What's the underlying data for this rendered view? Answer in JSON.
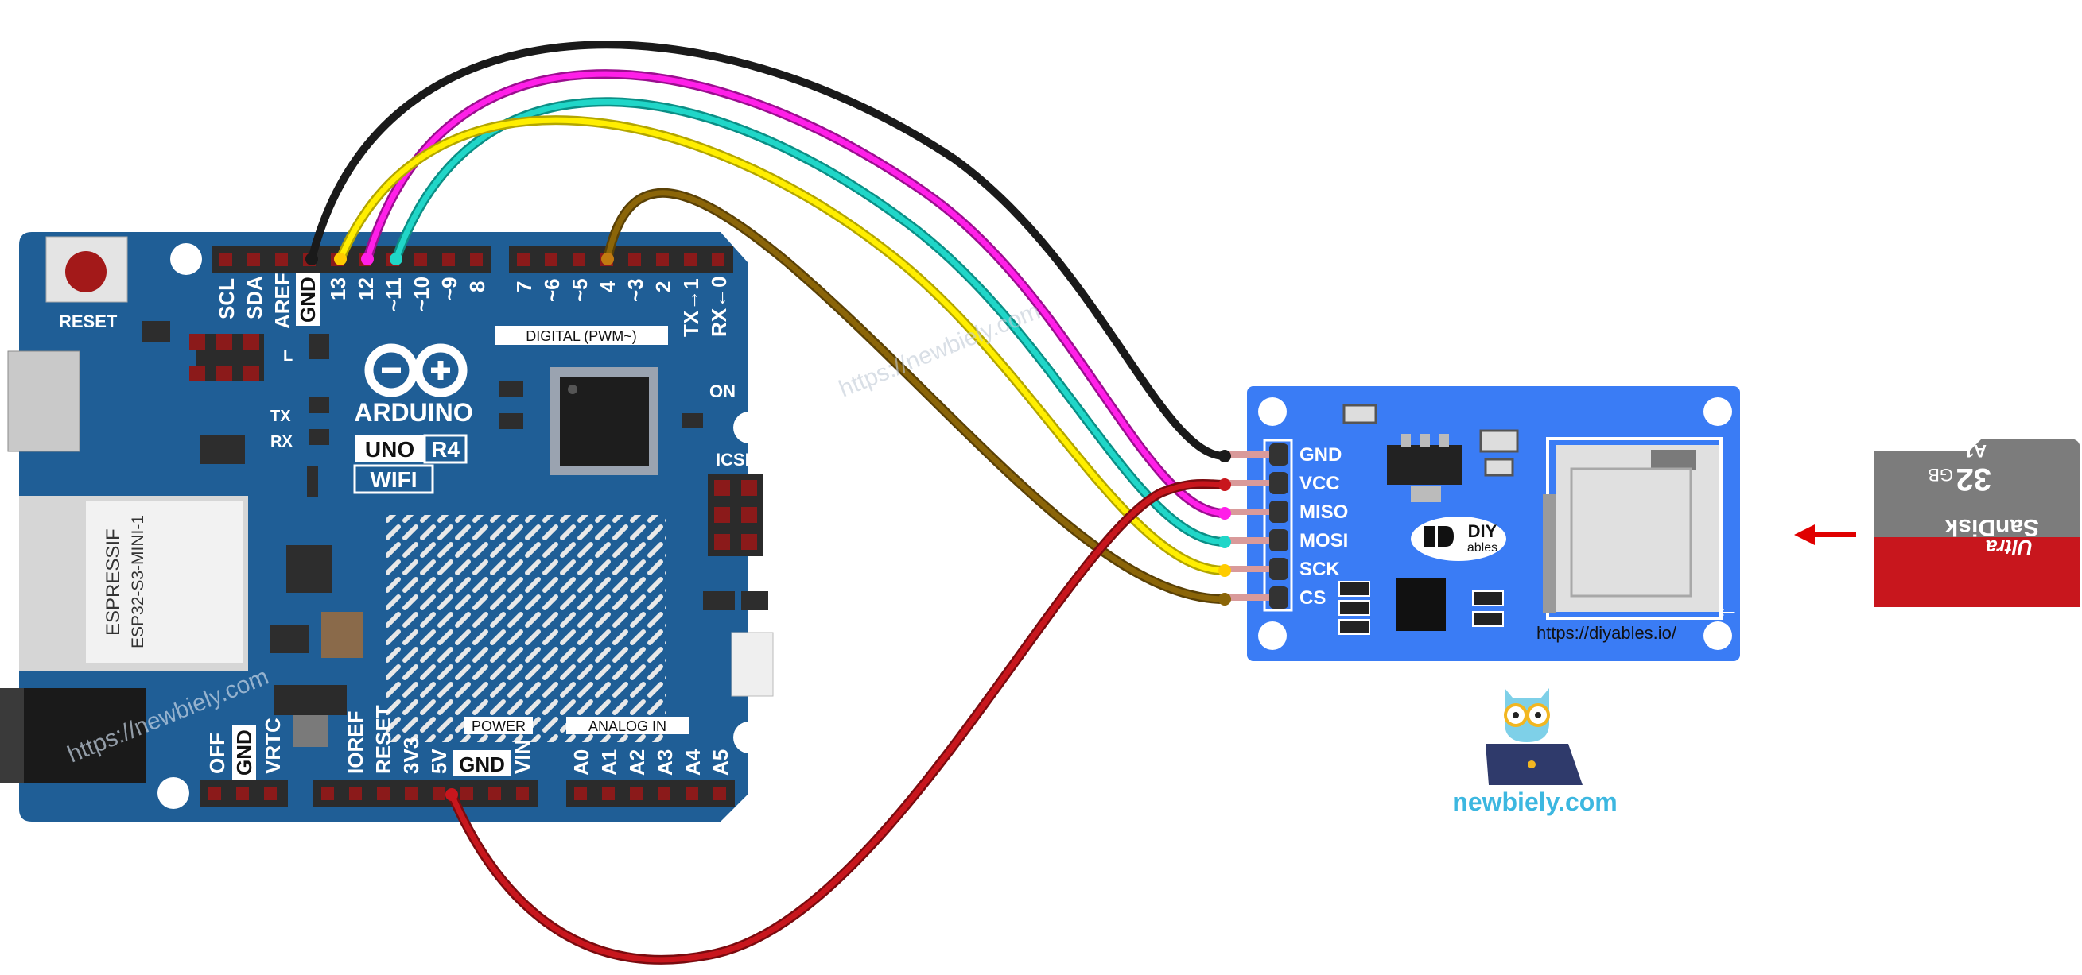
{
  "arduino": {
    "brand": "ARDUINO",
    "model_uno": "UNO",
    "model_r4": "R4",
    "model_wifi": "WIFI",
    "reset_label": "RESET",
    "digital_header": "DIGITAL (PWM~)",
    "power_header": "POWER",
    "analog_header": "ANALOG IN",
    "icsp_label": "ICSP",
    "on_label": "ON",
    "l_label": "L",
    "tx_label": "TX",
    "rx_label": "RX",
    "module_brand": "ESPRESSIF",
    "module_name": "ESP32-S3-MINI-1",
    "top_pins_left": [
      "SCL",
      "SDA",
      "AREF",
      "GND",
      "13",
      "12",
      "~11",
      "~10",
      "~9",
      "8"
    ],
    "top_pins_right": [
      "7",
      "~6",
      "~5",
      "4",
      "~3",
      "2",
      "TX→1",
      "RX←0"
    ],
    "bottom_power_pins": [
      "IOREF",
      "RESET",
      "3V3",
      "5V",
      "GND",
      "VIN"
    ],
    "bottom_analog_pins": [
      "A0",
      "A1",
      "A2",
      "A3",
      "A4",
      "A5"
    ],
    "bottom_left_pins": [
      "OFF",
      "GND",
      "VRTC"
    ]
  },
  "sd_module": {
    "pins": [
      "GND",
      "VCC",
      "MISO",
      "MOSI",
      "SCK",
      "CS"
    ],
    "logo_top": "DIY",
    "logo_bottom": "ables",
    "url": "https://diyables.io/"
  },
  "sd_card": {
    "brand": "SanDisk",
    "line": "Ultra",
    "capacity": "32",
    "unit": "GB",
    "class": "A1"
  },
  "branding": {
    "site": "newbiely.com",
    "watermark": "https://newbiely.com"
  },
  "colors": {
    "gnd_wire": "#1a1a1a",
    "vcc_wire": "#c8161d",
    "miso_wire": "#ff1fe8",
    "mosi_wire": "#20d6c8",
    "sck_wire": "#ffee00",
    "cs_wire": "#8b6508",
    "board": "#1f5e96",
    "module": "#3a7cf5"
  }
}
